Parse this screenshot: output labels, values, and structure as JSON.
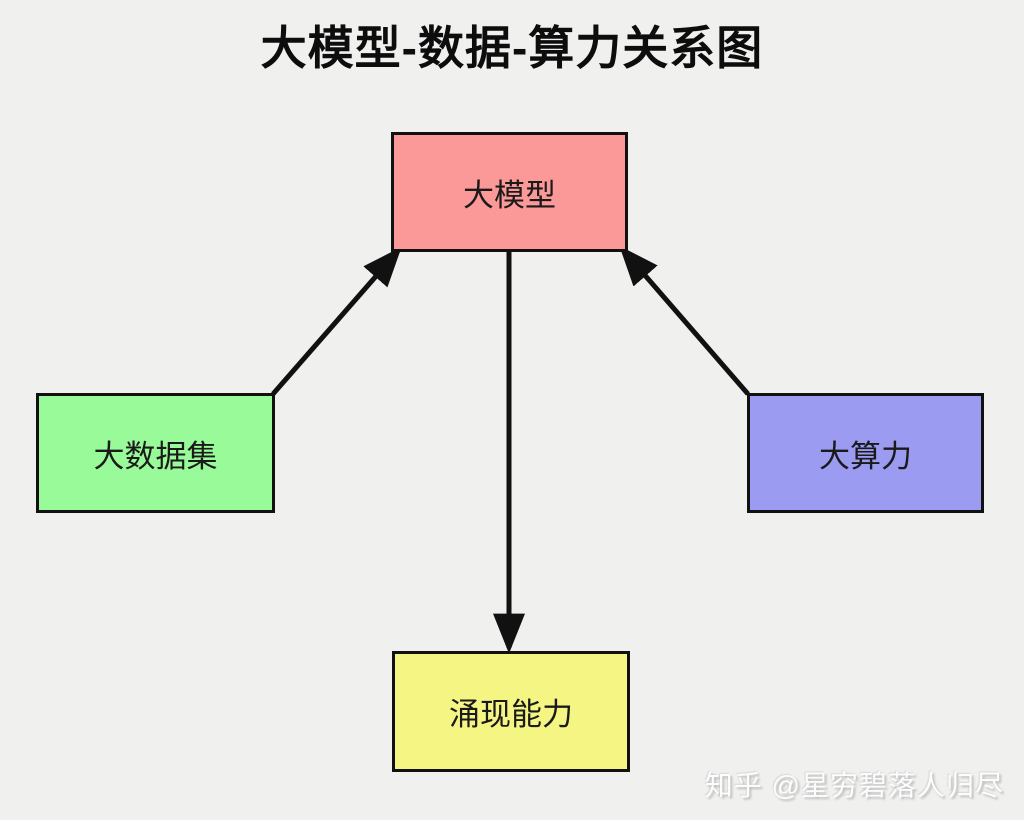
{
  "page": {
    "background": "#f0f0ee"
  },
  "title": "大模型-数据-算力关系图",
  "diagram": {
    "nodes": [
      {
        "id": "model",
        "label": "大模型",
        "fill": "#fb9898",
        "border": "#111111"
      },
      {
        "id": "dataset",
        "label": "大数据集",
        "fill": "#99fa99",
        "border": "#111111"
      },
      {
        "id": "compute",
        "label": "大算力",
        "fill": "#9b9bf2",
        "border": "#111111"
      },
      {
        "id": "emergence",
        "label": "涌现能力",
        "fill": "#f5f583",
        "border": "#111111"
      }
    ],
    "edges": [
      {
        "from": "dataset",
        "to": "model"
      },
      {
        "from": "compute",
        "to": "model"
      },
      {
        "from": "model",
        "to": "emergence"
      }
    ],
    "edge_color": "#111111"
  },
  "watermark": "知乎 @星穷碧落人归尽"
}
